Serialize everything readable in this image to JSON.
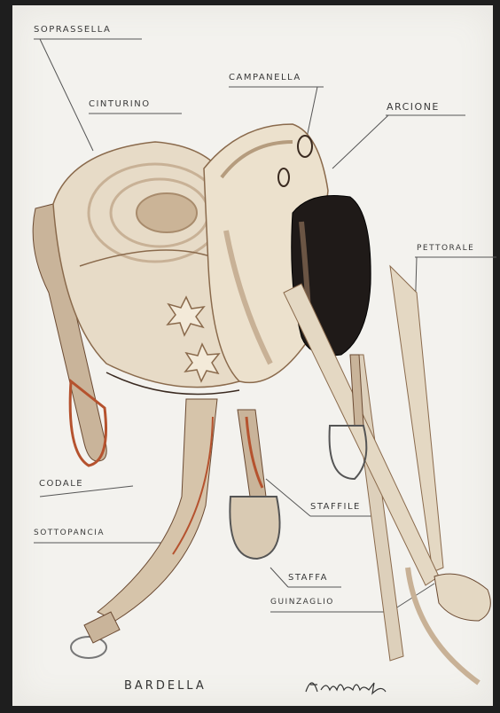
{
  "labels": {
    "soprassella": "SOPRASSELLA",
    "cinturino": "CINTURINO",
    "campanella": "CAMPANELLA",
    "arcione": "ARCIONE",
    "pettorale": "PETTORALE",
    "codale": "CODALE",
    "sottopancia": "SOTTOPANCIA",
    "staffile": "STAFFILE",
    "staffa": "STAFFA",
    "guinzaglio": "GUINZAGLIO"
  },
  "title": "BARDELLA",
  "signature": "Sancheluz",
  "colors": {
    "leather_light": "#e9ddc9",
    "leather_mid": "#c8b196",
    "leather_dark": "#8a6a4c",
    "rust": "#b5522e",
    "pommel_black": "#1f1a18",
    "ink": "#3a3a3a"
  }
}
